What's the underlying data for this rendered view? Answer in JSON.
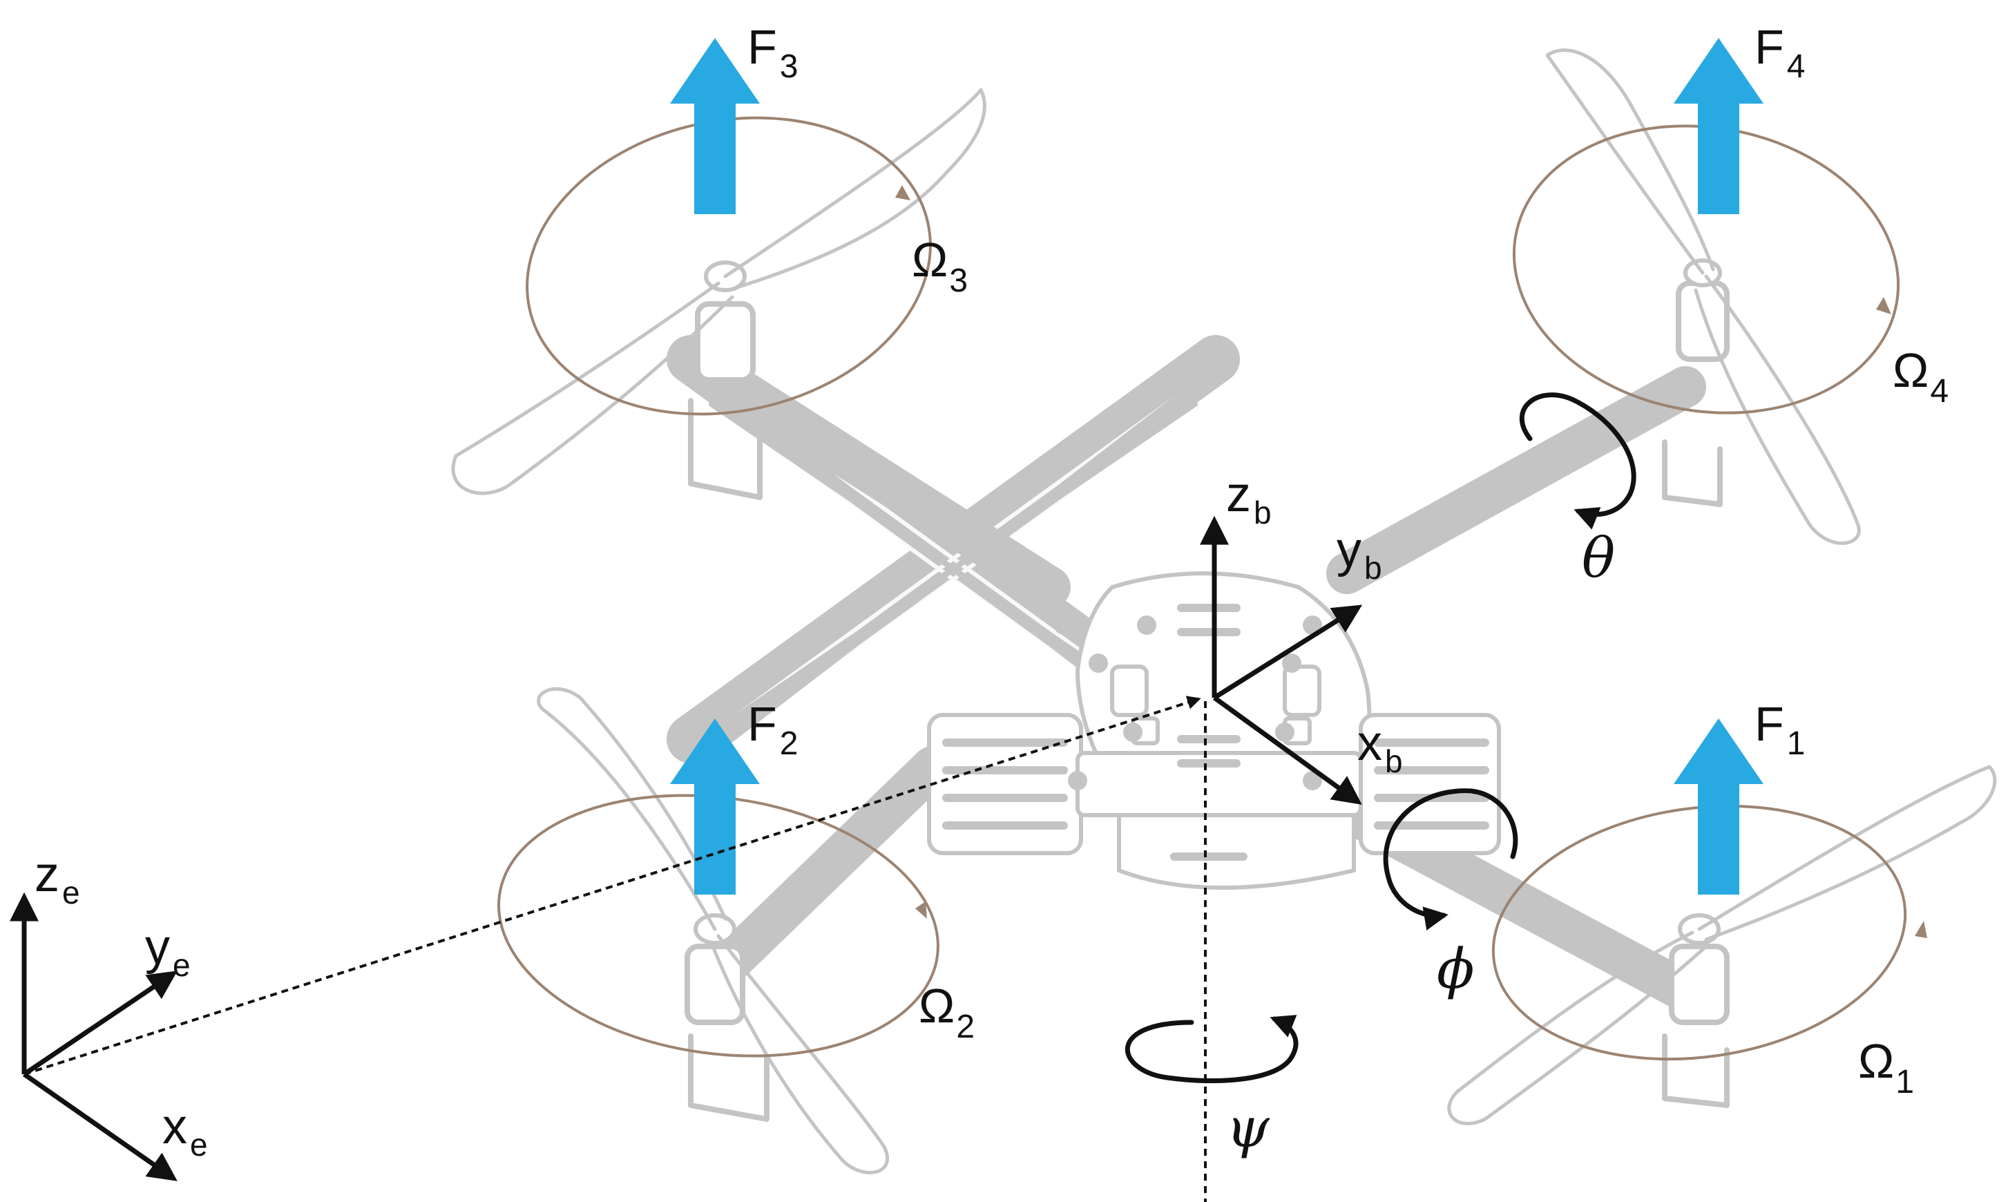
{
  "colors": {
    "frame": "#c4c4c4",
    "thrust_arrow": "#29a9e1",
    "rotor_path": "#9c8472",
    "axes": "#111111"
  },
  "labels": {
    "F1": {
      "main": "F",
      "sub": "1"
    },
    "F2": {
      "main": "F",
      "sub": "2"
    },
    "F3": {
      "main": "F",
      "sub": "3"
    },
    "F4": {
      "main": "F",
      "sub": "4"
    },
    "Omega1": {
      "main": "Ω",
      "sub": "1"
    },
    "Omega2": {
      "main": "Ω",
      "sub": "2"
    },
    "Omega3": {
      "main": "Ω",
      "sub": "3"
    },
    "Omega4": {
      "main": "Ω",
      "sub": "4"
    },
    "zb": {
      "main": "z",
      "sub": "b"
    },
    "yb": {
      "main": "y",
      "sub": "b"
    },
    "xb": {
      "main": "x",
      "sub": "b"
    },
    "ze": {
      "main": "z",
      "sub": "e"
    },
    "ye": {
      "main": "y",
      "sub": "e"
    },
    "xe": {
      "main": "x",
      "sub": "e"
    },
    "theta": "θ",
    "phi": "ϕ",
    "psi": "ψ"
  }
}
